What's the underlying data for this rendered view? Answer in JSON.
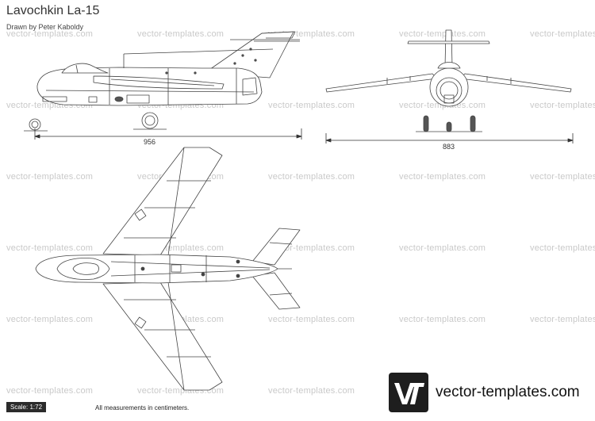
{
  "header": {
    "title": "Lavochkin La-15",
    "subtitle": "Drawn by Peter Kaboldy"
  },
  "watermark": {
    "text": "vector-templates.com"
  },
  "dimensions": {
    "length": "956",
    "span": "883"
  },
  "footer": {
    "scale": "Scale: 1:72",
    "note": "All measurements in centimeters.",
    "site": "vector-templates.com"
  },
  "logo_icon": "vt-logo-icon"
}
